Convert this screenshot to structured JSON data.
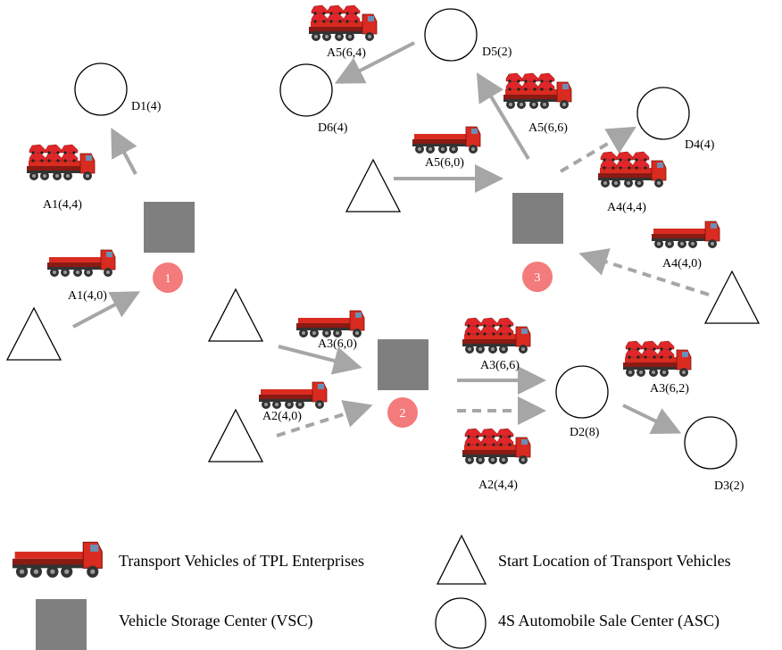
{
  "colors": {
    "arrow": "#a6a6a6",
    "vsc": "#7f7f7f",
    "badge": "#f37b7b",
    "truck": "#d92b20",
    "car": "#e0262a"
  },
  "vsc_labels": [
    "1",
    "2",
    "3"
  ],
  "asc_labels": {
    "d1": "D1(4)",
    "d2": "D2(8)",
    "d3": "D3(2)",
    "d4": "D4(4)",
    "d5": "D5(2)",
    "d6": "D6(4)"
  },
  "truck_labels": {
    "a1_40": "A1(4,0)",
    "a1_44": "A1(4,4)",
    "a2_40": "A2(4,0)",
    "a2_44": "A2(4,4)",
    "a3_60": "A3(6,0)",
    "a3_66": "A3(6,6)",
    "a3_62": "A3(6,2)",
    "a4_40": "A4(4,0)",
    "a4_44": "A4(4,4)",
    "a5_60": "A5(6,0)",
    "a5_66": "A5(6,6)",
    "a5_64": "A5(6,4)"
  },
  "legend": {
    "truck": "Transport Vehicles of TPL Enterprises",
    "start": "Start Location of Transport Vehicles",
    "vsc": "Vehicle Storage Center (VSC)",
    "asc": "4S Automobile Sale Center (ASC)"
  }
}
